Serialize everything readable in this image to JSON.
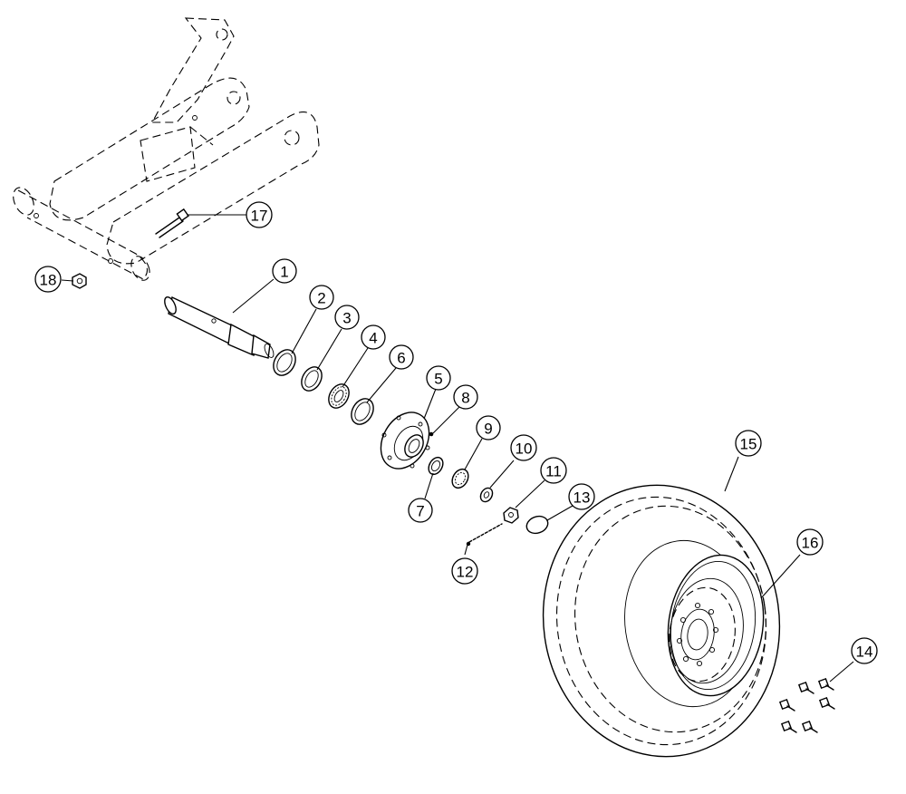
{
  "callouts": [
    {
      "id": "callout-1",
      "label": "1"
    },
    {
      "id": "callout-2",
      "label": "2"
    },
    {
      "id": "callout-3",
      "label": "3"
    },
    {
      "id": "callout-4",
      "label": "4"
    },
    {
      "id": "callout-5",
      "label": "5"
    },
    {
      "id": "callout-6",
      "label": "6"
    },
    {
      "id": "callout-7",
      "label": "7"
    },
    {
      "id": "callout-8",
      "label": "8"
    },
    {
      "id": "callout-9",
      "label": "9"
    },
    {
      "id": "callout-10",
      "label": "10"
    },
    {
      "id": "callout-11",
      "label": "11"
    },
    {
      "id": "callout-12",
      "label": "12"
    },
    {
      "id": "callout-13",
      "label": "13"
    },
    {
      "id": "callout-14",
      "label": "14"
    },
    {
      "id": "callout-15",
      "label": "15"
    },
    {
      "id": "callout-16",
      "label": "16"
    },
    {
      "id": "callout-17",
      "label": "17"
    },
    {
      "id": "callout-18",
      "label": "18"
    }
  ]
}
